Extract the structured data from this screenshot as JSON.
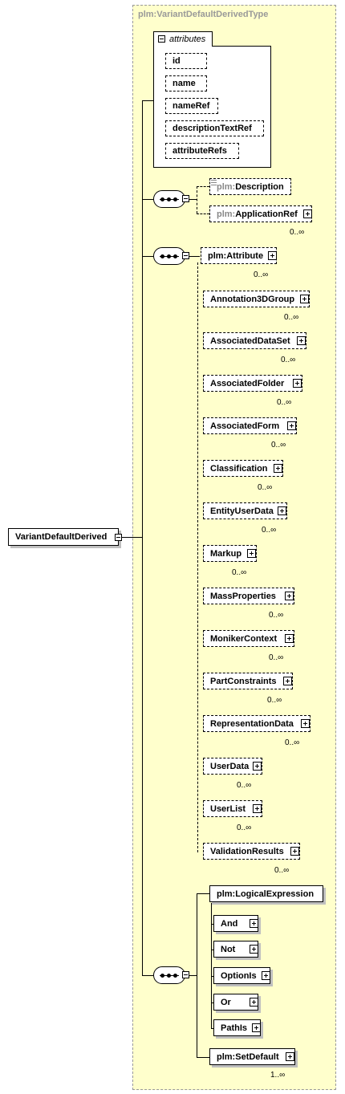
{
  "type_name": "plm:VariantDefaultDerivedType",
  "attributes_label": "attributes",
  "attributes": [
    "id",
    "name",
    "nameRef",
    "descriptionTextRef",
    "attributeRefs"
  ],
  "root_element": "VariantDefaultDerived",
  "group1": [
    {
      "prefix": "plm:",
      "name": "Description",
      "card": ""
    },
    {
      "prefix": "plm:",
      "name": "ApplicationRef",
      "card": "0..∞"
    }
  ],
  "group2_head": {
    "prefix": "plm:",
    "name": "Attribute",
    "card": "0..∞"
  },
  "group2": [
    {
      "name": "Annotation3DGroup",
      "card": "0..∞"
    },
    {
      "name": "AssociatedDataSet",
      "card": "0..∞"
    },
    {
      "name": "AssociatedFolder",
      "card": "0..∞"
    },
    {
      "name": "AssociatedForm",
      "card": "0..∞"
    },
    {
      "name": "Classification",
      "card": "0..∞"
    },
    {
      "name": "EntityUserData",
      "card": "0..∞"
    },
    {
      "name": "Markup",
      "card": "0..∞"
    },
    {
      "name": "MassProperties",
      "card": "0..∞"
    },
    {
      "name": "MonikerContext",
      "card": "0..∞"
    },
    {
      "name": "PartConstraints",
      "card": "0..∞"
    },
    {
      "name": "RepresentationData",
      "card": "0..∞"
    },
    {
      "name": "UserData",
      "card": "0..∞"
    },
    {
      "name": "UserList",
      "card": "0..∞"
    },
    {
      "name": "ValidationResults",
      "card": "0..∞"
    }
  ],
  "group3_head": {
    "prefix": "plm:",
    "name": "LogicalExpression"
  },
  "group3": [
    "And",
    "Not",
    "OptionIs",
    "Or",
    "PathIs"
  ],
  "group3_tail": {
    "prefix": "plm:",
    "name": "SetDefault",
    "card": "1..∞"
  }
}
